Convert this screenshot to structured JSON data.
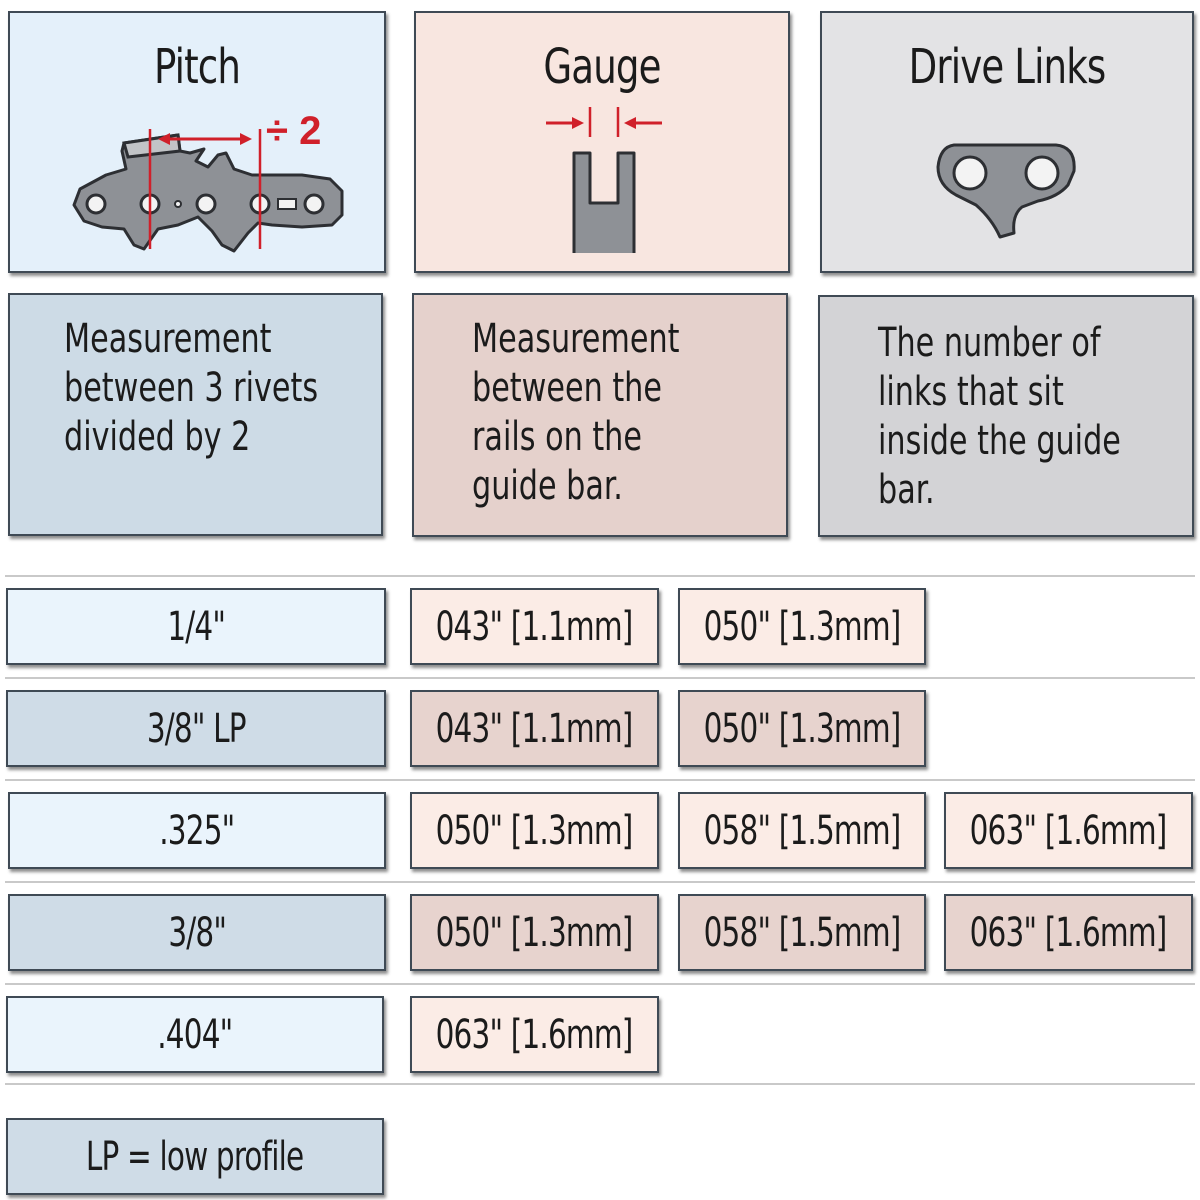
{
  "columns": {
    "pitch": {
      "title": "Pitch",
      "divisor_label": "÷ 2",
      "description": "Measurement\nbetween 3 rivets\ndivided by 2"
    },
    "gauge": {
      "title": "Gauge",
      "description": "Measurement\nbetween the\nrails on the\nguide bar."
    },
    "drive_links": {
      "title": "Drive Links",
      "description": "The number of\nlinks that sit\ninside the guide\nbar."
    }
  },
  "rows": [
    {
      "pitch": "1/4\"",
      "gauges": [
        "043\" [1.1mm]",
        "050\" [1.3mm]"
      ]
    },
    {
      "pitch": "3/8\" LP",
      "gauges": [
        "043\" [1.1mm]",
        "050\" [1.3mm]"
      ]
    },
    {
      "pitch": ".325\"",
      "gauges": [
        "050\" [1.3mm]",
        "058\" [1.5mm]",
        "063\" [1.6mm]"
      ]
    },
    {
      "pitch": "3/8\"",
      "gauges": [
        "050\" [1.3mm]",
        "058\" [1.5mm]",
        "063\" [1.6mm]"
      ]
    },
    {
      "pitch": ".404\"",
      "gauges": [
        "063\" [1.6mm]"
      ]
    }
  ],
  "legend": {
    "text": "LP = low profile"
  },
  "colors": {
    "accent_red": "#d0202a",
    "icon_gray": "#8d9094",
    "border": "#3f4a55"
  },
  "icons": {
    "pitch": "chain-segment-icon",
    "gauge": "drive-tang-icon",
    "drive_links": "drive-link-icon"
  }
}
